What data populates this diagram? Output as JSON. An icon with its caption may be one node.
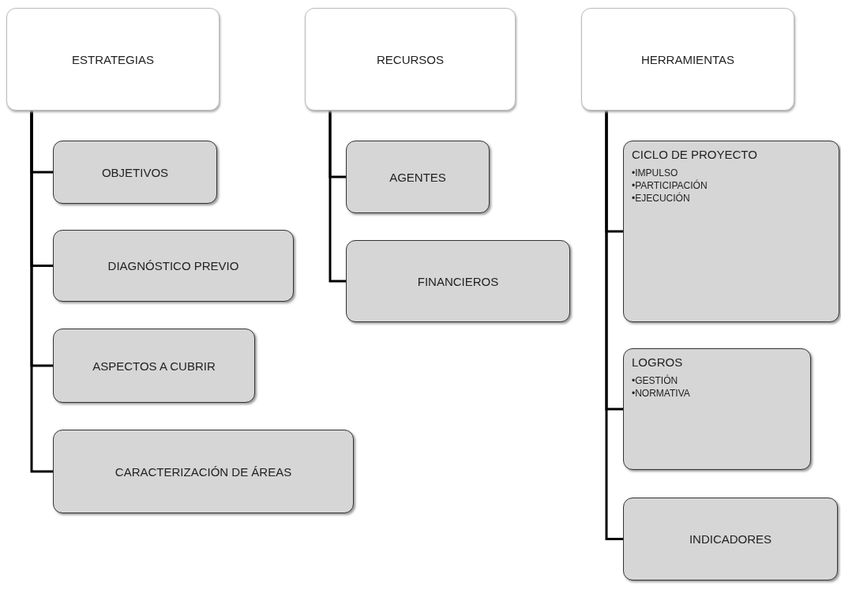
{
  "diagram": {
    "nodes": [
      {
        "text": [
          "ESTRATEGIAS"
        ]
      },
      {
        "text": [
          "OBJETIVOS"
        ]
      },
      {
        "text": [
          "DIAGNÓSTICO PREVIO"
        ]
      },
      {
        "text": [
          "ASPECTOS A CUBRIR"
        ]
      },
      {
        "text": [
          "CARACTERIZACIÓN DE ÁREAS"
        ]
      },
      {
        "text": [
          "RECURSOS"
        ]
      },
      {
        "text": [
          "AGENTES"
        ]
      },
      {
        "text": [
          "FINANCIEROS"
        ]
      },
      {
        "text": [
          "HERRAMIENTAS"
        ]
      },
      {
        "text": [
          "CICLO DE PROYECTO",
          "•IMPULSO",
          "•PARTICIPACIÓN",
          "•EJECUCIÓN"
        ]
      },
      {
        "text": [
          "LOGROS",
          "•GESTIÓN",
          "•NORMATIVA"
        ]
      },
      {
        "text": [
          "INDICADORES"
        ]
      }
    ],
    "edges": [
      {
        "from": 0,
        "to": 1,
        "arrow": "none"
      },
      {
        "from": 0,
        "to": 2,
        "arrow": "none"
      },
      {
        "from": 0,
        "to": 3,
        "arrow": "none"
      },
      {
        "from": 0,
        "to": 4,
        "arrow": "none"
      },
      {
        "from": 5,
        "to": 6,
        "arrow": "none"
      },
      {
        "from": 5,
        "to": 7,
        "arrow": "none"
      },
      {
        "from": 8,
        "to": 9,
        "arrow": "none"
      },
      {
        "from": 8,
        "to": 10,
        "arrow": "none"
      },
      {
        "from": 8,
        "to": 11,
        "arrow": "none"
      }
    ]
  }
}
